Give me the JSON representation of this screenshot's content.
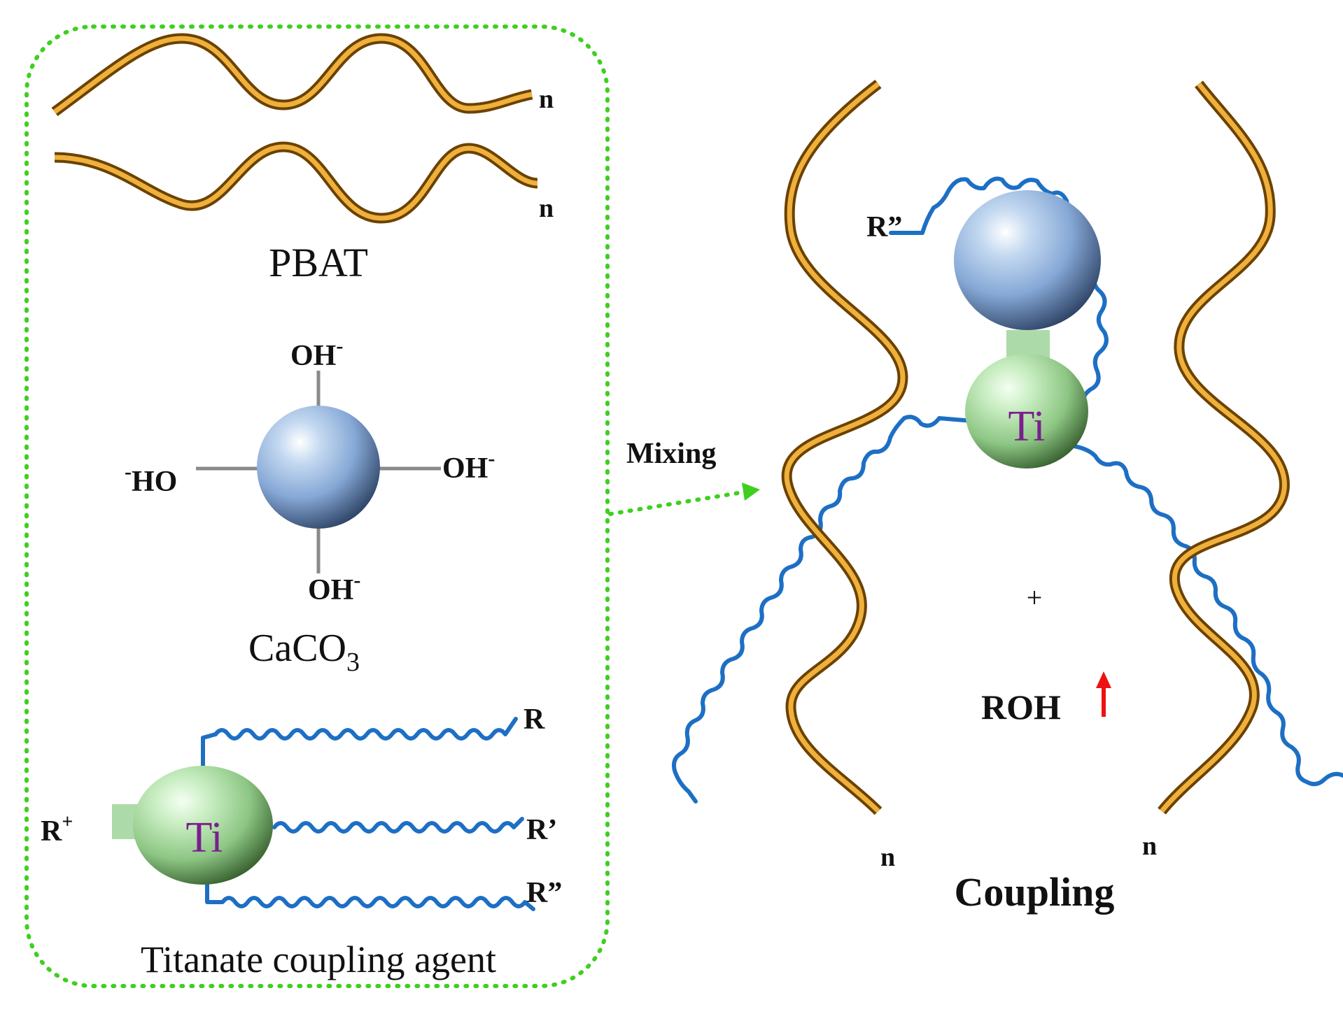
{
  "panel_left": {
    "polymer": {
      "chain_1_repeat": "n",
      "chain_2_repeat": "n",
      "label": "PBAT"
    },
    "filler": {
      "label_main": "CaCO",
      "label_sub": "3",
      "hydroxyl_top": "OH",
      "hydroxyl_right": "OH",
      "hydroxyl_bottom": "OH",
      "hydroxyl_left": "HO",
      "charge": "-"
    },
    "coupling_agent": {
      "core": "Ti",
      "r_plus": "R",
      "r_plus_sup": "+",
      "chain_r": "R",
      "chain_r_prime": "R’",
      "chain_r_double_prime": "R”",
      "label": "Titanate coupling agent"
    }
  },
  "arrow": {
    "label": "Mixing"
  },
  "panel_right": {
    "chain_left_repeat": "n",
    "chain_right_repeat": "n",
    "core": "Ti",
    "chain_label": "R”",
    "plus_sign": "+",
    "byproduct": "ROH",
    "label": "Coupling"
  },
  "colors": {
    "polymer_gold": "#d9961a",
    "polymer_dark": "#6b4200",
    "chain_blue": "#1d6fc4",
    "caco3_blue": "#8eb1dd",
    "titanium_green": "#9fd39a",
    "ti_text_purple": "#7a1f8e",
    "dotted_green": "#3fcf1f",
    "arrow_red": "#ee1111"
  }
}
